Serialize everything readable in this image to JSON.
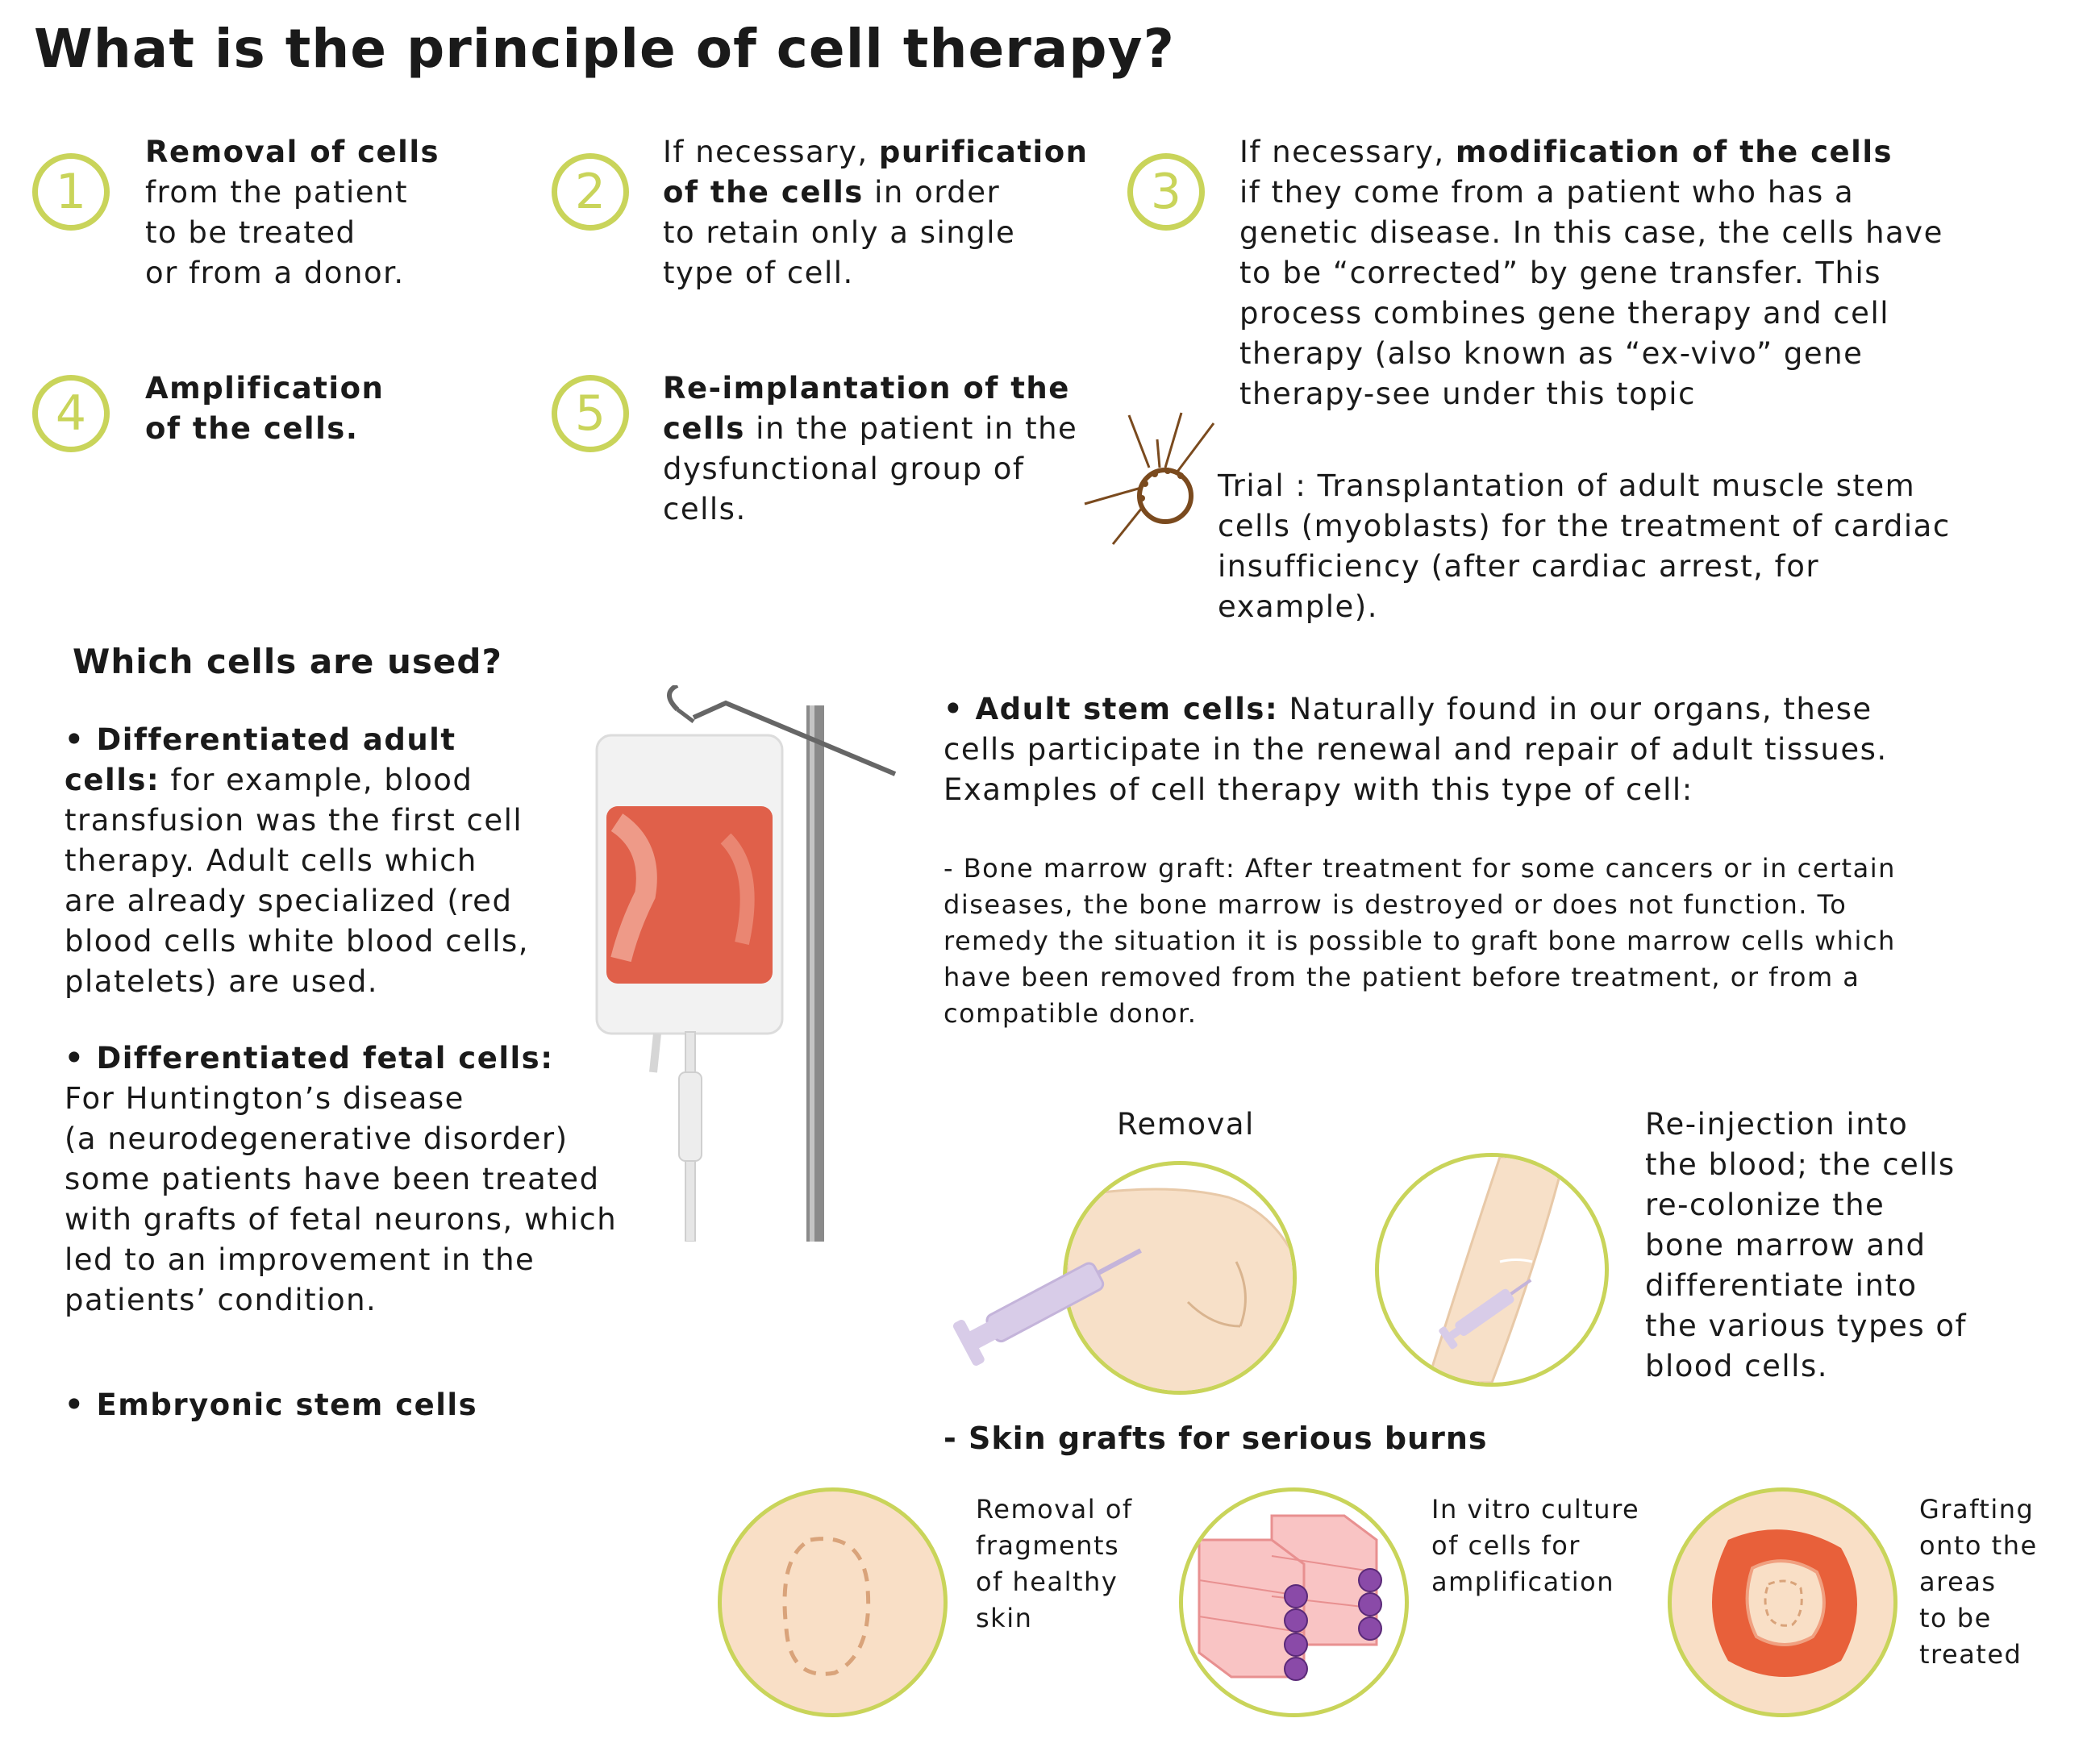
{
  "title": "What is the principle of cell therapy?",
  "steps": [
    {
      "num": "1",
      "bold": "Removal of cells",
      "rest": "from the patient\nto be treated\nor from a donor."
    },
    {
      "num": "2",
      "pre": "If necessary, ",
      "bold": "purification\nof the cells",
      "rest": " in order\nto retain only a single\ntype of cell."
    },
    {
      "num": "3",
      "pre": "If necessary, ",
      "bold": "modification of the cells",
      "rest": "\nif they come from a patient who has a\ngenetic disease. In this case, the cells have\nto be “corrected” by gene transfer. This\nprocess combines gene therapy and cell\ntherapy (also known as “ex-vivo” gene\ntherapy-see under this topic"
    },
    {
      "num": "4",
      "bold": "Amplification\nof the cells."
    },
    {
      "num": "5",
      "bold": "Re-implantation of the\ncells",
      "rest": " in the patient in the\ndysfunctional group of\ncells."
    }
  ],
  "trial": "Trial : Transplantation of adult muscle stem\ncells (myoblasts) for the treatment of cardiac\ninsufficiency (after cardiac arrest, for\nexample).",
  "which_heading": "Which cells are used?",
  "diff_adult": {
    "bold": "• Differentiated adult\ncells:",
    "rest": " for example, blood\ntransfusion was the first cell\ntherapy. Adult cells which\nare already specialized (red\nblood cells white blood cells,\nplatelets) are used."
  },
  "diff_fetal": {
    "bold": "• Differentiated fetal cells:",
    "rest": "\nFor Huntington’s disease\n(a neurodegenerative disorder)\nsome patients have been treated\nwith grafts of fetal neurons, which\nled to an improvement in the\npatients’ condition."
  },
  "embryonic": "• Embryonic stem cells",
  "adult_stem": {
    "bold": "• Adult stem cells:",
    "rest": " Naturally found in our organs, these\ncells participate in the renewal and repair of adult tissues.\nExamples of cell therapy with this type of cell:"
  },
  "bone_marrow": "- Bone marrow graft: After treatment for some cancers or in certain\ndiseases, the bone marrow is destroyed or does not function.  To\nremedy the situation it is possible to graft bone marrow cells which\nhave been removed from the patient before treatment, or from a\ncompatible donor.",
  "removal_label": "Removal",
  "reinjection": "Re-injection into\nthe blood; the cells\nre-colonize the\nbone marrow and\ndifferentiate into\nthe various types of\nblood cells.",
  "skin_heading": "- Skin grafts for serious burns",
  "skin_steps": [
    "Removal of\nfragments\nof healthy\nskin",
    "In vitro culture\nof cells for\namplification",
    "Grafting\nonto the\nareas\nto be\ntreated"
  ],
  "colors": {
    "accent": "#c9d45a",
    "skin": "#f7e0c8",
    "syringe": "#d8cce8",
    "blood": "#e0604a"
  }
}
